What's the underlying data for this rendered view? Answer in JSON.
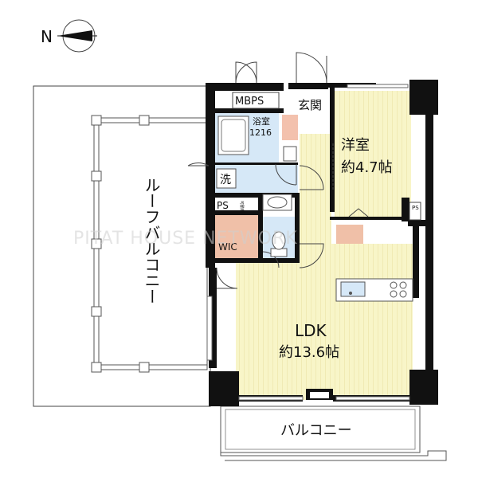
{
  "compass": {
    "label": "N"
  },
  "rooms": {
    "western_room": {
      "name": "洋室",
      "area": "約4.7帖"
    },
    "ldk": {
      "name": "LDK",
      "area": "約13.6帖"
    },
    "bathroom": {
      "name": "浴室",
      "size": "1216"
    },
    "entrance": {
      "name": "玄関"
    },
    "mbps": {
      "name": "MBPS"
    },
    "washroom": {
      "name": "洗"
    },
    "ps_left": {
      "name": "PS"
    },
    "ps_right": {
      "name": "PS"
    },
    "wic": {
      "name": "WIC"
    },
    "roof_balcony": {
      "name": "ルーフバルコニー"
    },
    "balcony": {
      "name": "バルコニー"
    },
    "movable_shelf": {
      "name": "可動棚"
    }
  },
  "watermark": "PITAT HOUSE NETWORK",
  "colors": {
    "wall": "#111111",
    "floor_wood": "#f8f5c8",
    "floor_wet": "#d6e8f7",
    "floor_closet": "#f0c0a8",
    "entrance_tile": "#f3c1ad"
  }
}
